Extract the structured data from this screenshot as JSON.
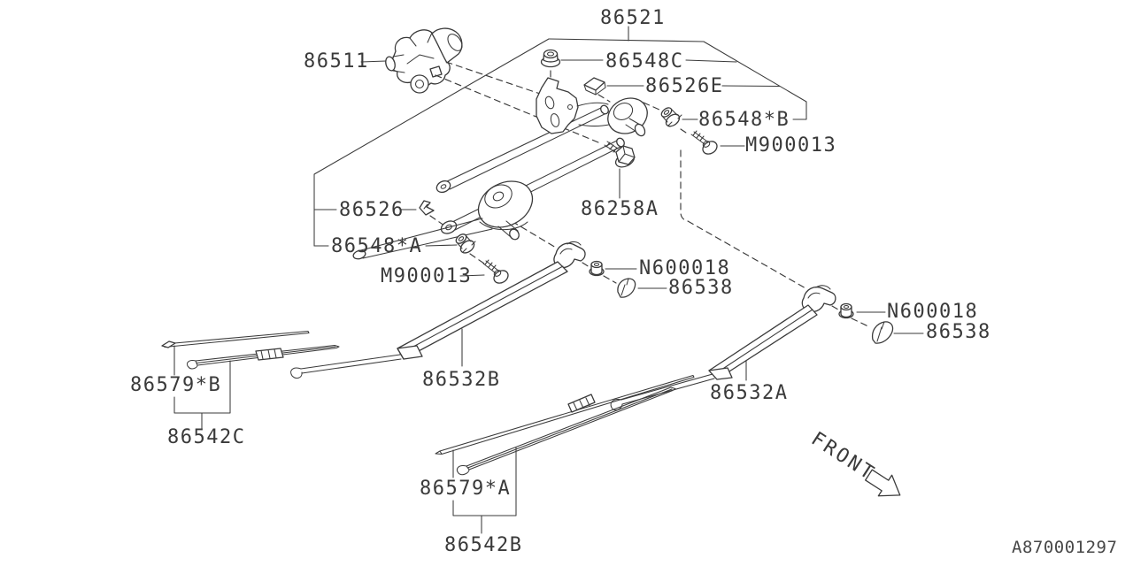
{
  "colors": {
    "ink": "#3a3a3a",
    "background": "#ffffff"
  },
  "footer": {
    "drawing_number": "A870001297"
  },
  "front_indicator": {
    "label": "FRONT"
  },
  "labels": [
    {
      "id": "86521",
      "text": "86521"
    },
    {
      "id": "86548C",
      "text": "86548C"
    },
    {
      "id": "86526E",
      "text": "86526E"
    },
    {
      "id": "86548*B",
      "text": "86548*B"
    },
    {
      "id": "M900013-upper",
      "text": "M900013"
    },
    {
      "id": "86258A",
      "text": "86258A"
    },
    {
      "id": "86526",
      "text": "86526"
    },
    {
      "id": "86548*A",
      "text": "86548*A"
    },
    {
      "id": "M900013-lower",
      "text": "M900013"
    },
    {
      "id": "N600018-left",
      "text": "N600018"
    },
    {
      "id": "86538-left",
      "text": "86538"
    },
    {
      "id": "N600018-right",
      "text": "N600018"
    },
    {
      "id": "86538-right",
      "text": "86538"
    },
    {
      "id": "86532B",
      "text": "86532B"
    },
    {
      "id": "86532A",
      "text": "86532A"
    },
    {
      "id": "86579*B",
      "text": "86579*B"
    },
    {
      "id": "86542C",
      "text": "86542C"
    },
    {
      "id": "86579*A",
      "text": "86579*A"
    },
    {
      "id": "86542B",
      "text": "86542B"
    },
    {
      "id": "86511",
      "text": "86511"
    }
  ]
}
